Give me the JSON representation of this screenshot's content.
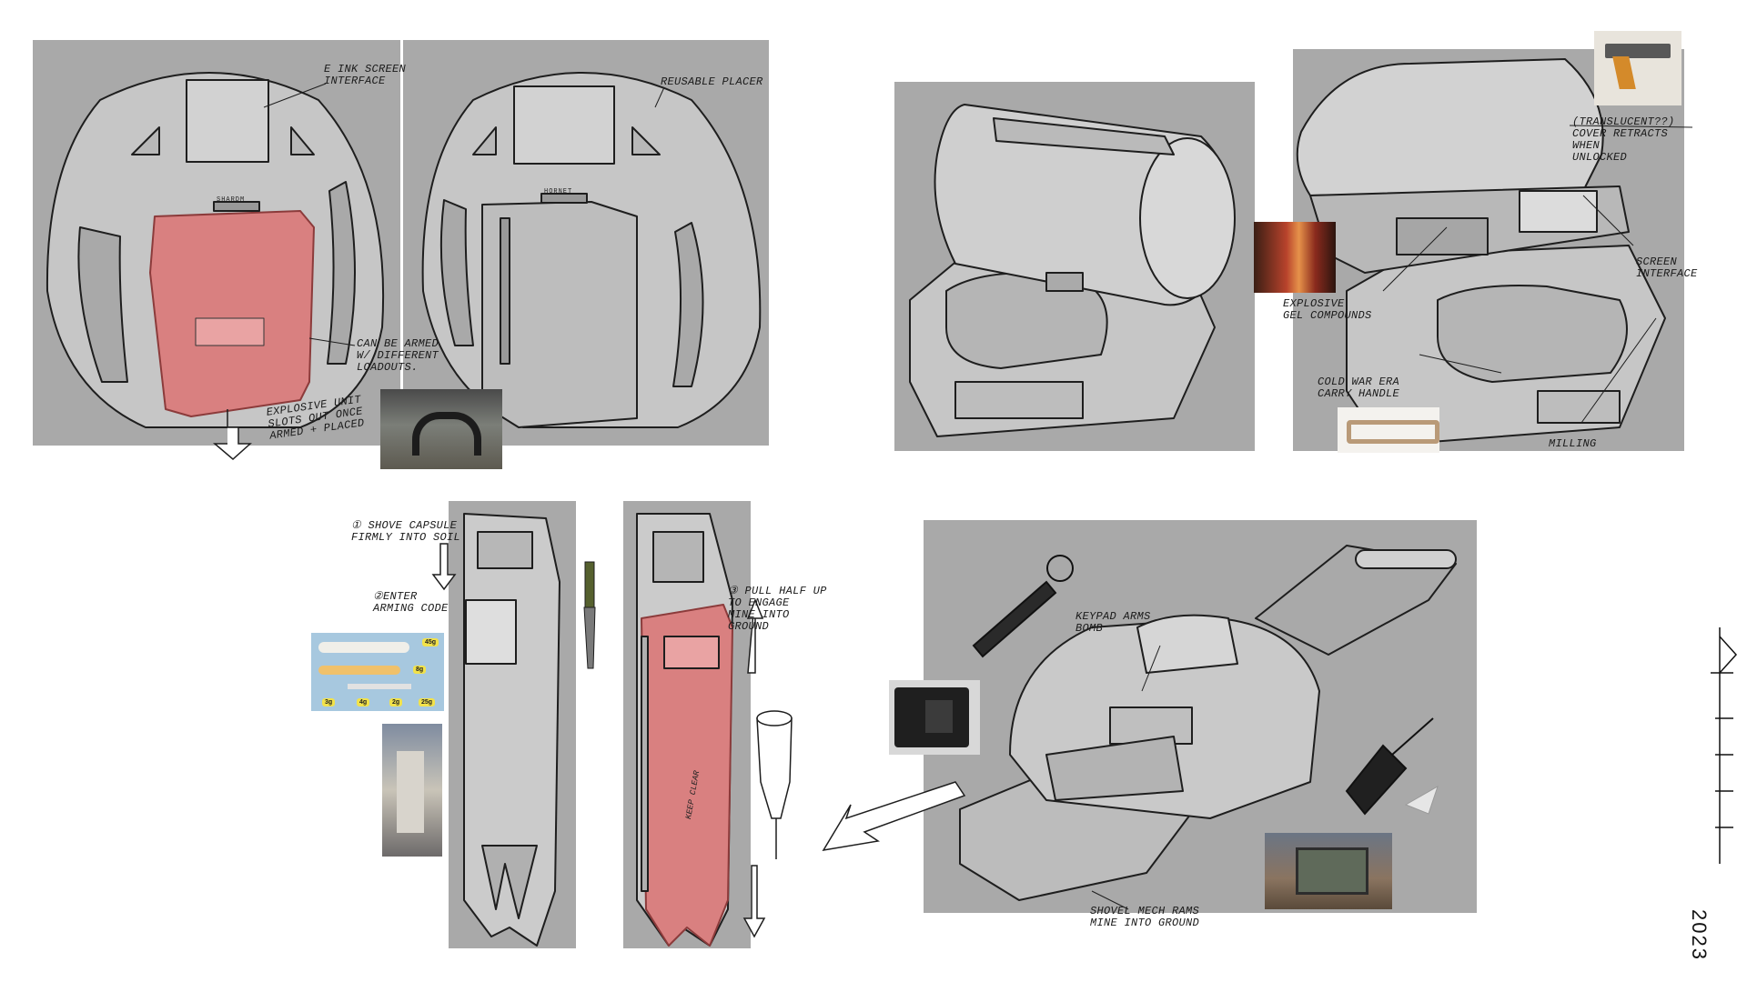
{
  "annotations": {
    "eink": "E INK SCREEN\nINTERFACE",
    "reusable_placer": "REUSABLE PLACER",
    "armed_loadouts": "CAN BE ARMED\nW/ DIFFERENT\nLOADOUTS.",
    "explosive_unit": "EXPLOSIVE UNIT\nSLOTS OUT ONCE\nARMED + PLACED",
    "translucent_cover": "(TRANSLUCENT??)\nCOVER RETRACTS\nWHEN\nUNLOCKED",
    "explosive_gel": "EXPLOSIVE\nGEL COMPOUNDS",
    "screen_interface": "SCREEN\nINTERFACE",
    "carry_handle": "COLD WAR ERA\nCARRY HANDLE",
    "milling": "MILLING",
    "step1": "① SHOVE CAPSULE\nFIRMLY INTO SOIL",
    "step2": "②ENTER\nARMING CODE",
    "step3": "③ PULL HALF UP\nTO ENGAGE\nMINE INTO\nGROUND",
    "keypad_arms": "KEYPAD ARMS\nBOMB",
    "shovel_mech": "SHOVEL MECH RAMS\nMINE INTO GROUND",
    "keep_clear": "KEEP CLEAR"
  },
  "device_labels": {
    "left_badge": "SHARDM",
    "right_badge": "HORNET"
  },
  "ref_tags": [
    "45g",
    "8g",
    "3g",
    "4g",
    "2g",
    "25g"
  ],
  "signature": {
    "year": "2023"
  },
  "colors": {
    "panel": "#a9a9a9",
    "body": "#c9c9c9",
    "red_unit": "#d98080",
    "line": "#1e1e1e"
  }
}
